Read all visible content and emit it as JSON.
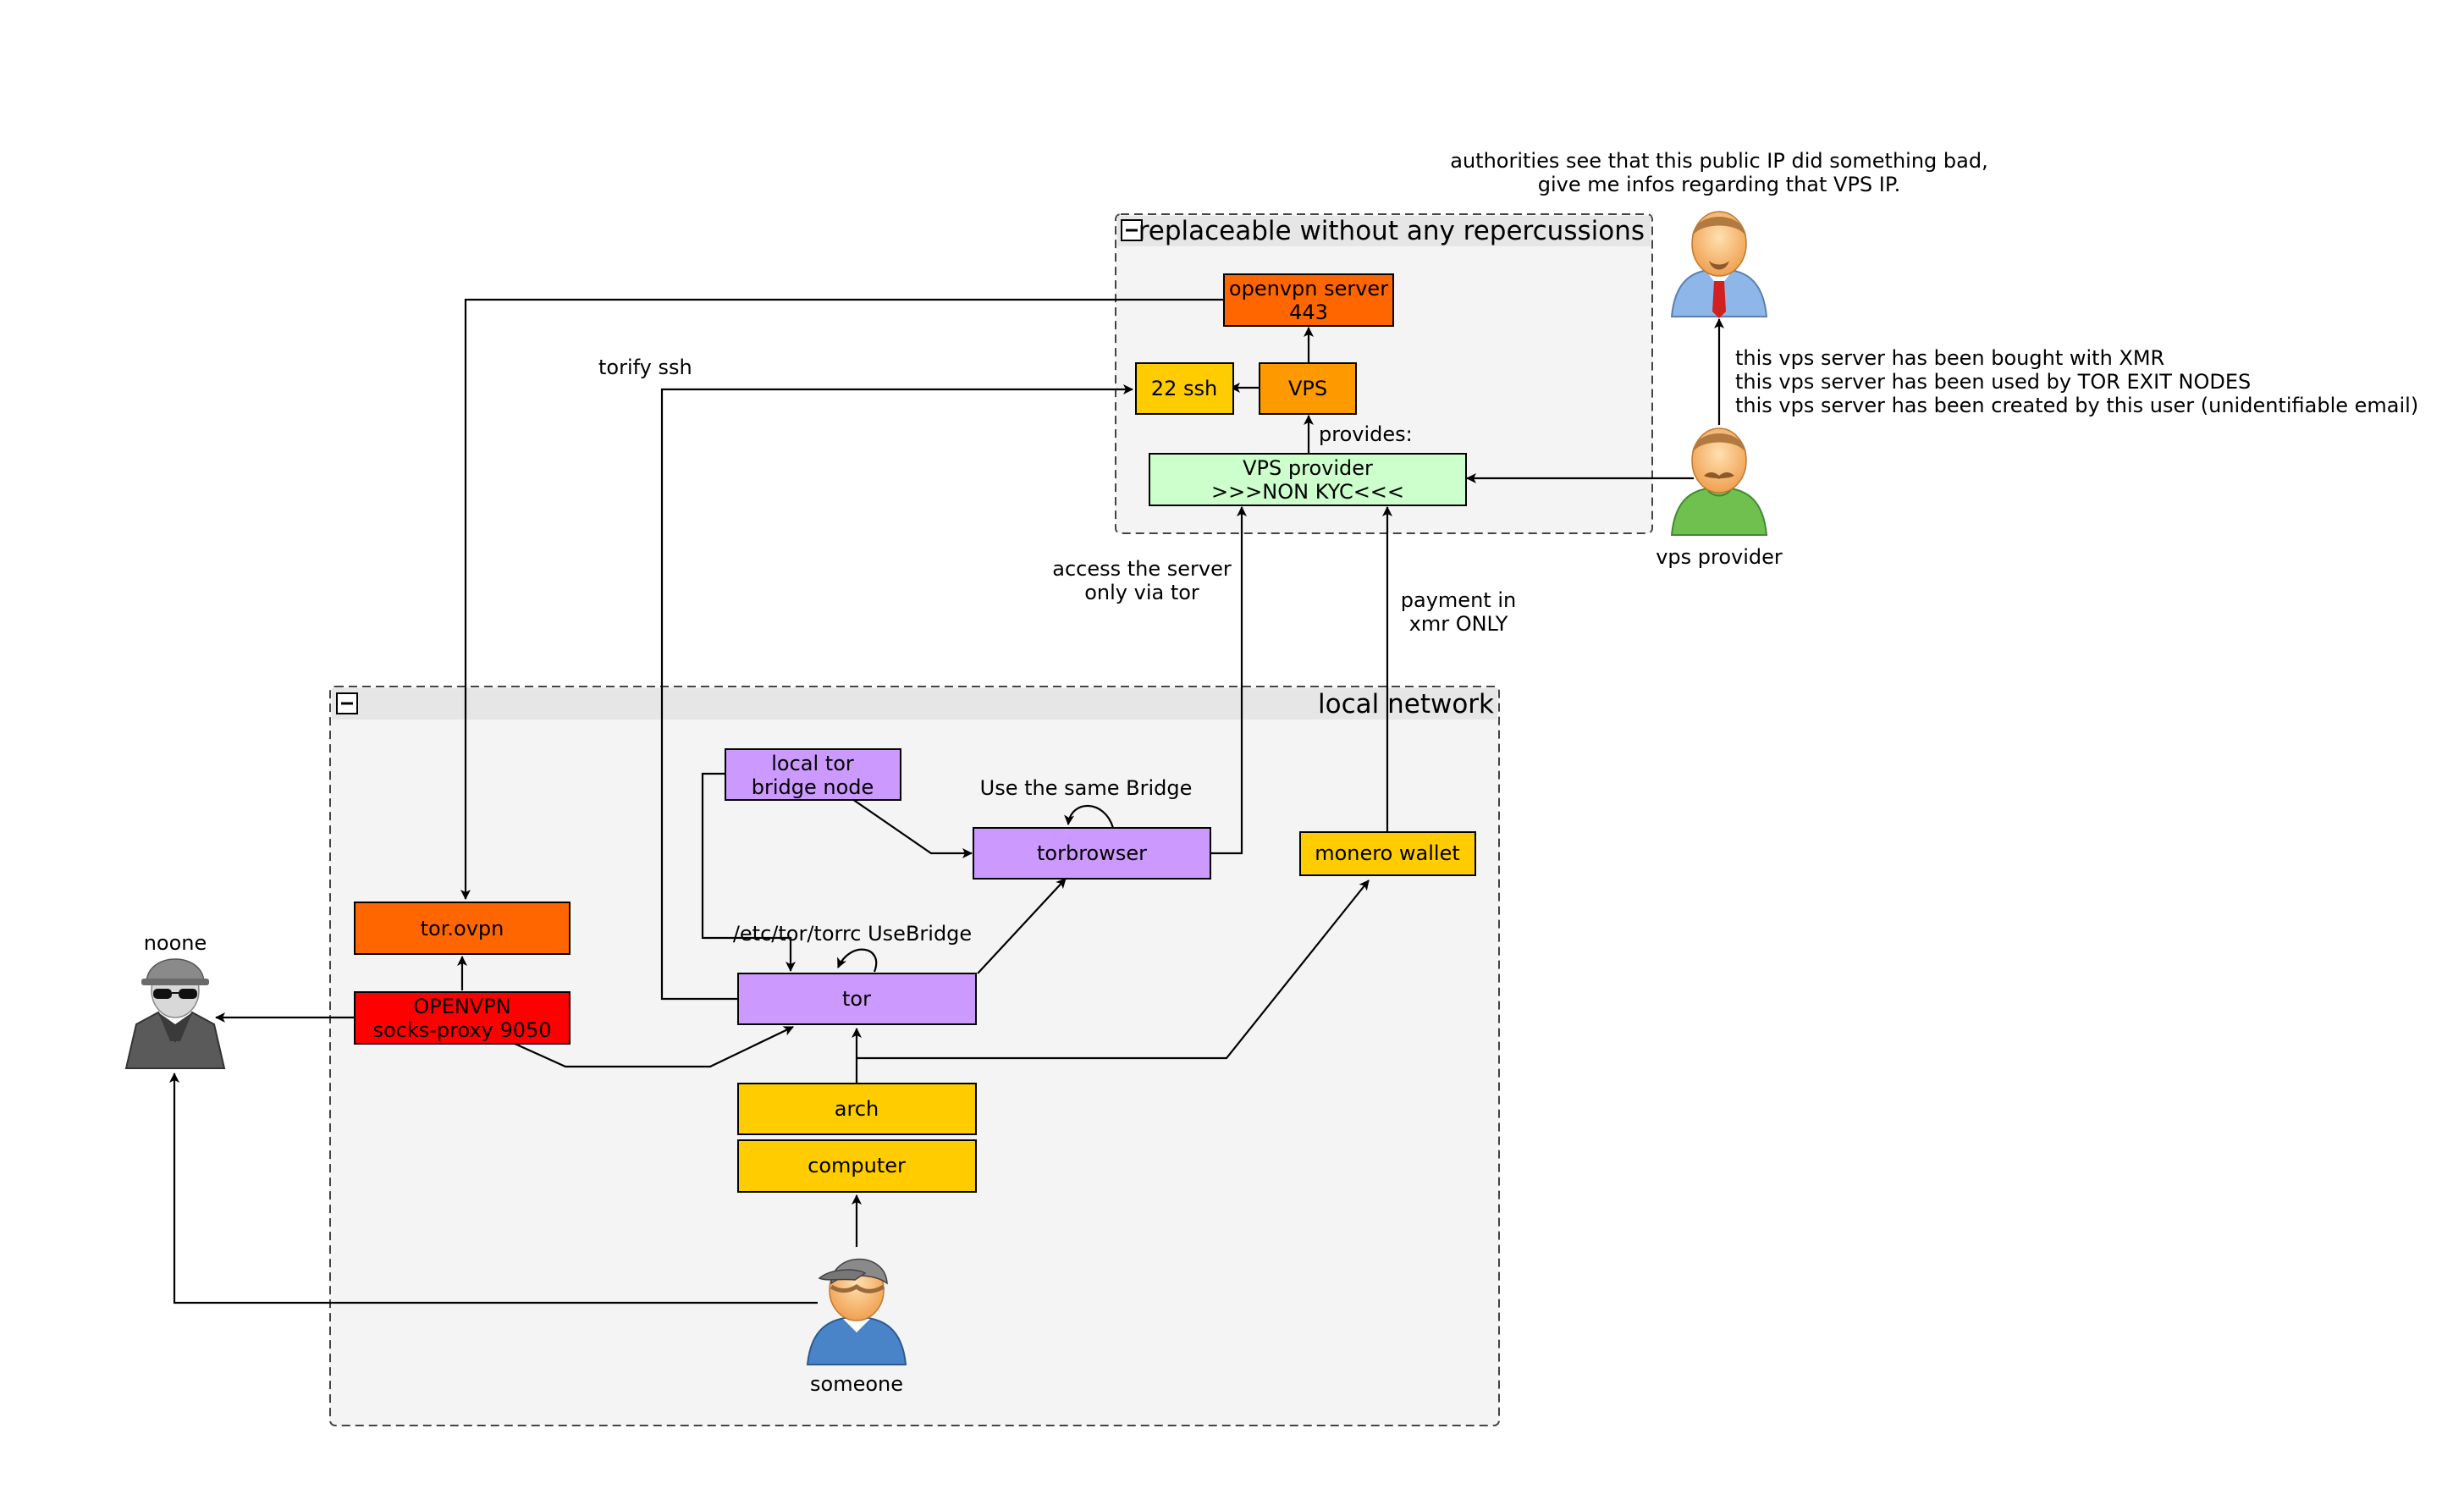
{
  "groups": {
    "remote": {
      "title": "replaceable without any repercussions",
      "collapse": "−"
    },
    "local": {
      "title": "local network",
      "collapse": "−"
    }
  },
  "nodes": {
    "openvpn_server": {
      "lines": [
        "openvpn server",
        "443"
      ],
      "color": "#ff6600"
    },
    "ssh": {
      "lines": [
        "22 ssh"
      ],
      "color": "#ffcc00"
    },
    "vps": {
      "lines": [
        "VPS"
      ],
      "color": "#ff9900"
    },
    "vps_provider_box": {
      "lines": [
        "VPS provider",
        ">>>NON KYC<<<"
      ],
      "color": "#ccffcc"
    },
    "local_bridge": {
      "lines": [
        "local tor",
        "bridge node"
      ],
      "color": "#cc99ff"
    },
    "torbrowser": {
      "lines": [
        "torbrowser"
      ],
      "color": "#cc99ff"
    },
    "monero": {
      "lines": [
        "monero wallet"
      ],
      "color": "#ffcc00"
    },
    "torovpn": {
      "lines": [
        "tor.ovpn"
      ],
      "color": "#ff6600"
    },
    "openvpn_proxy": {
      "lines": [
        "OPENVPN",
        "socks-proxy 9050"
      ],
      "color": "#ff0000"
    },
    "tor": {
      "lines": [
        "tor"
      ],
      "color": "#cc99ff"
    },
    "arch": {
      "lines": [
        "arch"
      ],
      "color": "#ffcc00"
    },
    "computer": {
      "lines": [
        "computer"
      ],
      "color": "#ffcc00"
    }
  },
  "labels": {
    "authorities": [
      "authorities see that this public IP did something bad,",
      "give me infos regarding that VPS IP."
    ],
    "vps_facts": [
      "this vps server has been bought with XMR",
      "this vps server has been used by TOR EXIT NODES",
      "this vps server has been created by this user (unidentifiable email)"
    ],
    "torify_ssh": [
      "torify ssh"
    ],
    "provides": [
      "provides:"
    ],
    "access_server": [
      "access the server",
      "only via tor"
    ],
    "payment": [
      "payment in",
      "xmr ONLY"
    ],
    "same_bridge": [
      "Use the same Bridge"
    ],
    "torrc": [
      "/etc/tor/torrc UseBridge"
    ]
  },
  "actors": {
    "authority": {
      "label": "",
      "icon": "businessman-icon"
    },
    "vps_provider": {
      "label": "vps provider",
      "icon": "mustache-user-icon"
    },
    "noone": {
      "label": "noone",
      "icon": "spy-icon"
    },
    "someone": {
      "label": "someone",
      "icon": "user-cap-icon"
    }
  }
}
